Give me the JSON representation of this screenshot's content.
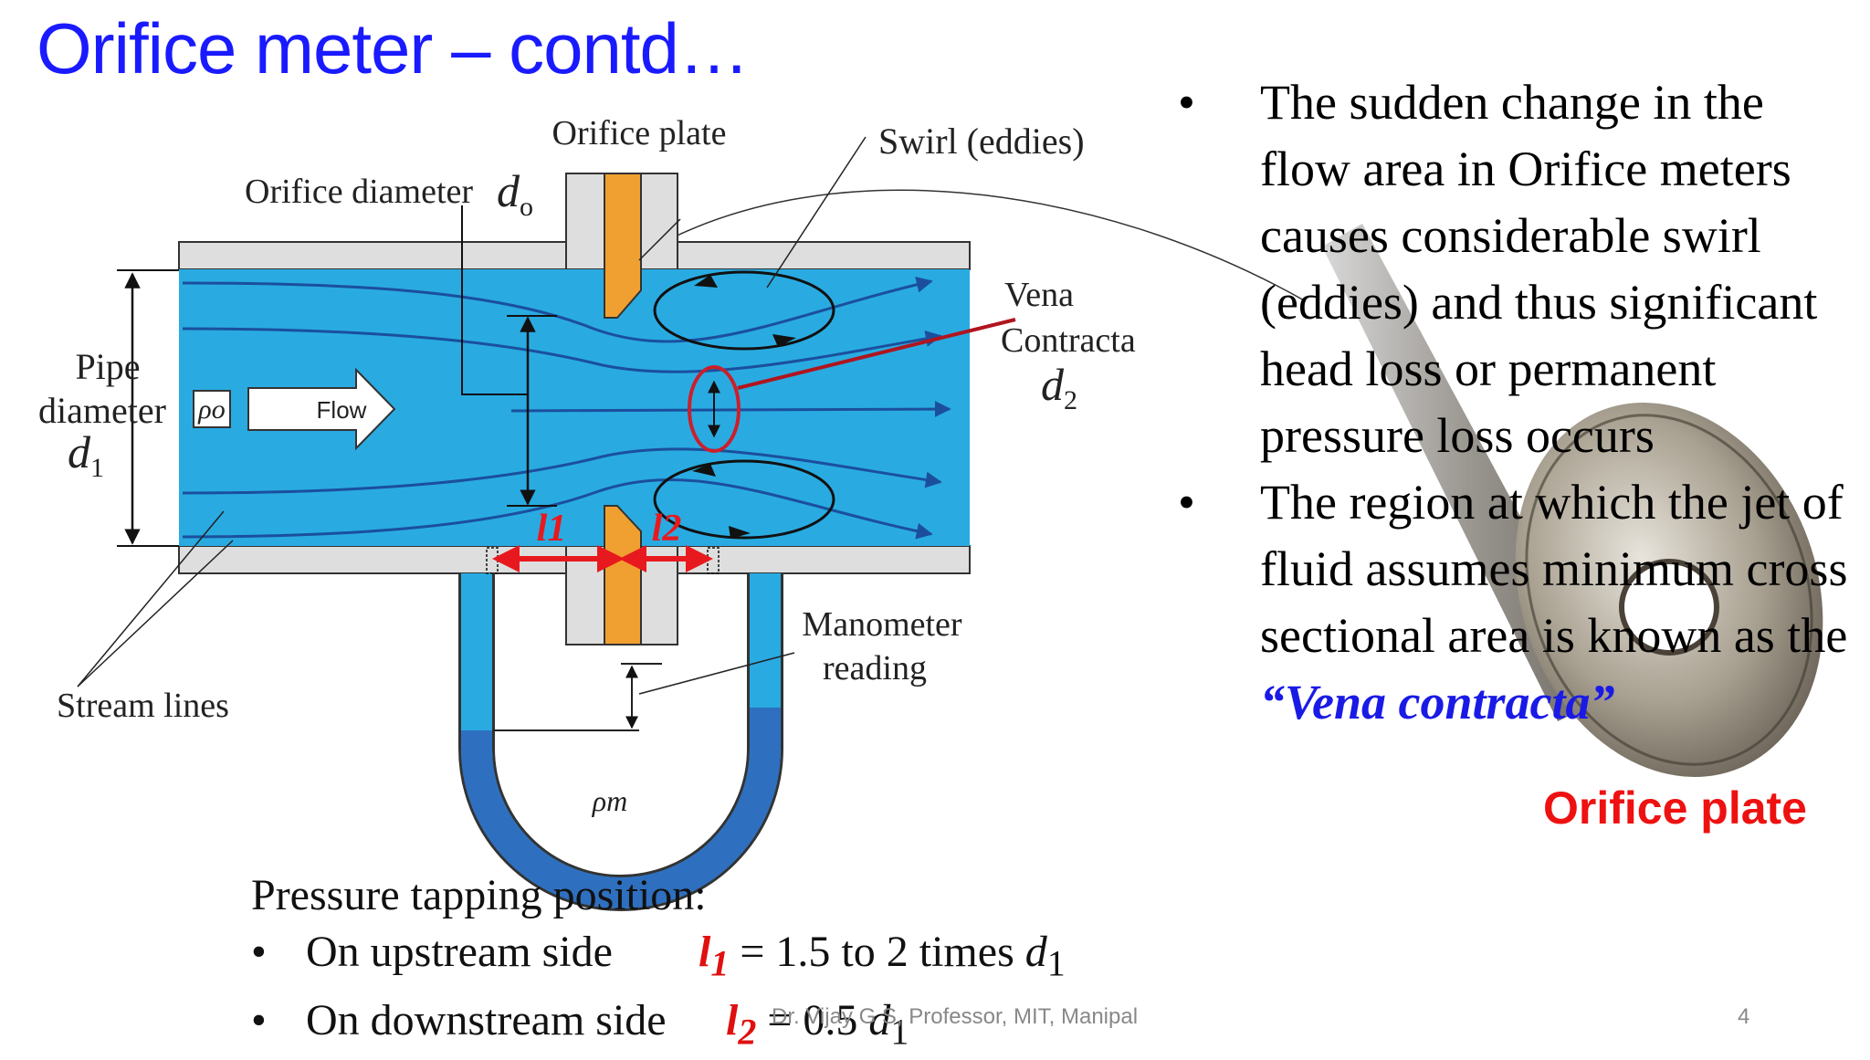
{
  "slide": {
    "title": "Orifice meter – contd…",
    "footer": "Dr. Vijay G S, Professor, MIT, Manipal",
    "page_number": "4"
  },
  "diagram": {
    "orifice_plate": "Orifice plate",
    "orifice_diameter": "Orifice diameter",
    "orifice_diameter_symbol": "d",
    "orifice_diameter_sub": "o",
    "swirl": "Swirl (eddies)",
    "vena_line1": "Vena",
    "vena_line2": "Contracta",
    "d2_symbol": "d",
    "d2_sub": "2",
    "pipe_line1": "Pipe",
    "pipe_line2": "diameter",
    "d1_symbol": "d",
    "d1_sub": "1",
    "rho_o": "ρo",
    "flow": "Flow",
    "l1": "l1",
    "l2": "l2",
    "manometer_line1": "Manometer",
    "manometer_line2": "reading",
    "stream_lines": "Stream lines",
    "rho_m": "ρm",
    "colors": {
      "fluid": "#29abe2",
      "pipe_wall": "#dedede",
      "plate": "#f0a030",
      "manometer_fluid": "#2f6fbf",
      "arrow_red": "#e8191e"
    }
  },
  "bullets": {
    "b1": "The sudden change in the flow area in Orifice meters causes considerable swirl (eddies) and thus significant head loss or permanent pressure loss occurs",
    "b2": "The region at which the jet of fluid assumes minimum cross sectional area is known as the",
    "b2_term": "“Vena contracta”"
  },
  "photo_caption": "Orifice plate",
  "tapping": {
    "heading": "Pressure tapping position:",
    "row1_label": "On upstream side",
    "row1_var": "l",
    "row1_var_sub": "1",
    "row1_rest": " = 1.5 to 2 times ",
    "row1_d": "d",
    "row1_d_sub": "1",
    "row2_label": "On downstream side",
    "row2_var": "l",
    "row2_var_sub": "2",
    "row2_rest": " = 0.5 ",
    "row2_d": "d",
    "row2_d_sub": "1"
  }
}
